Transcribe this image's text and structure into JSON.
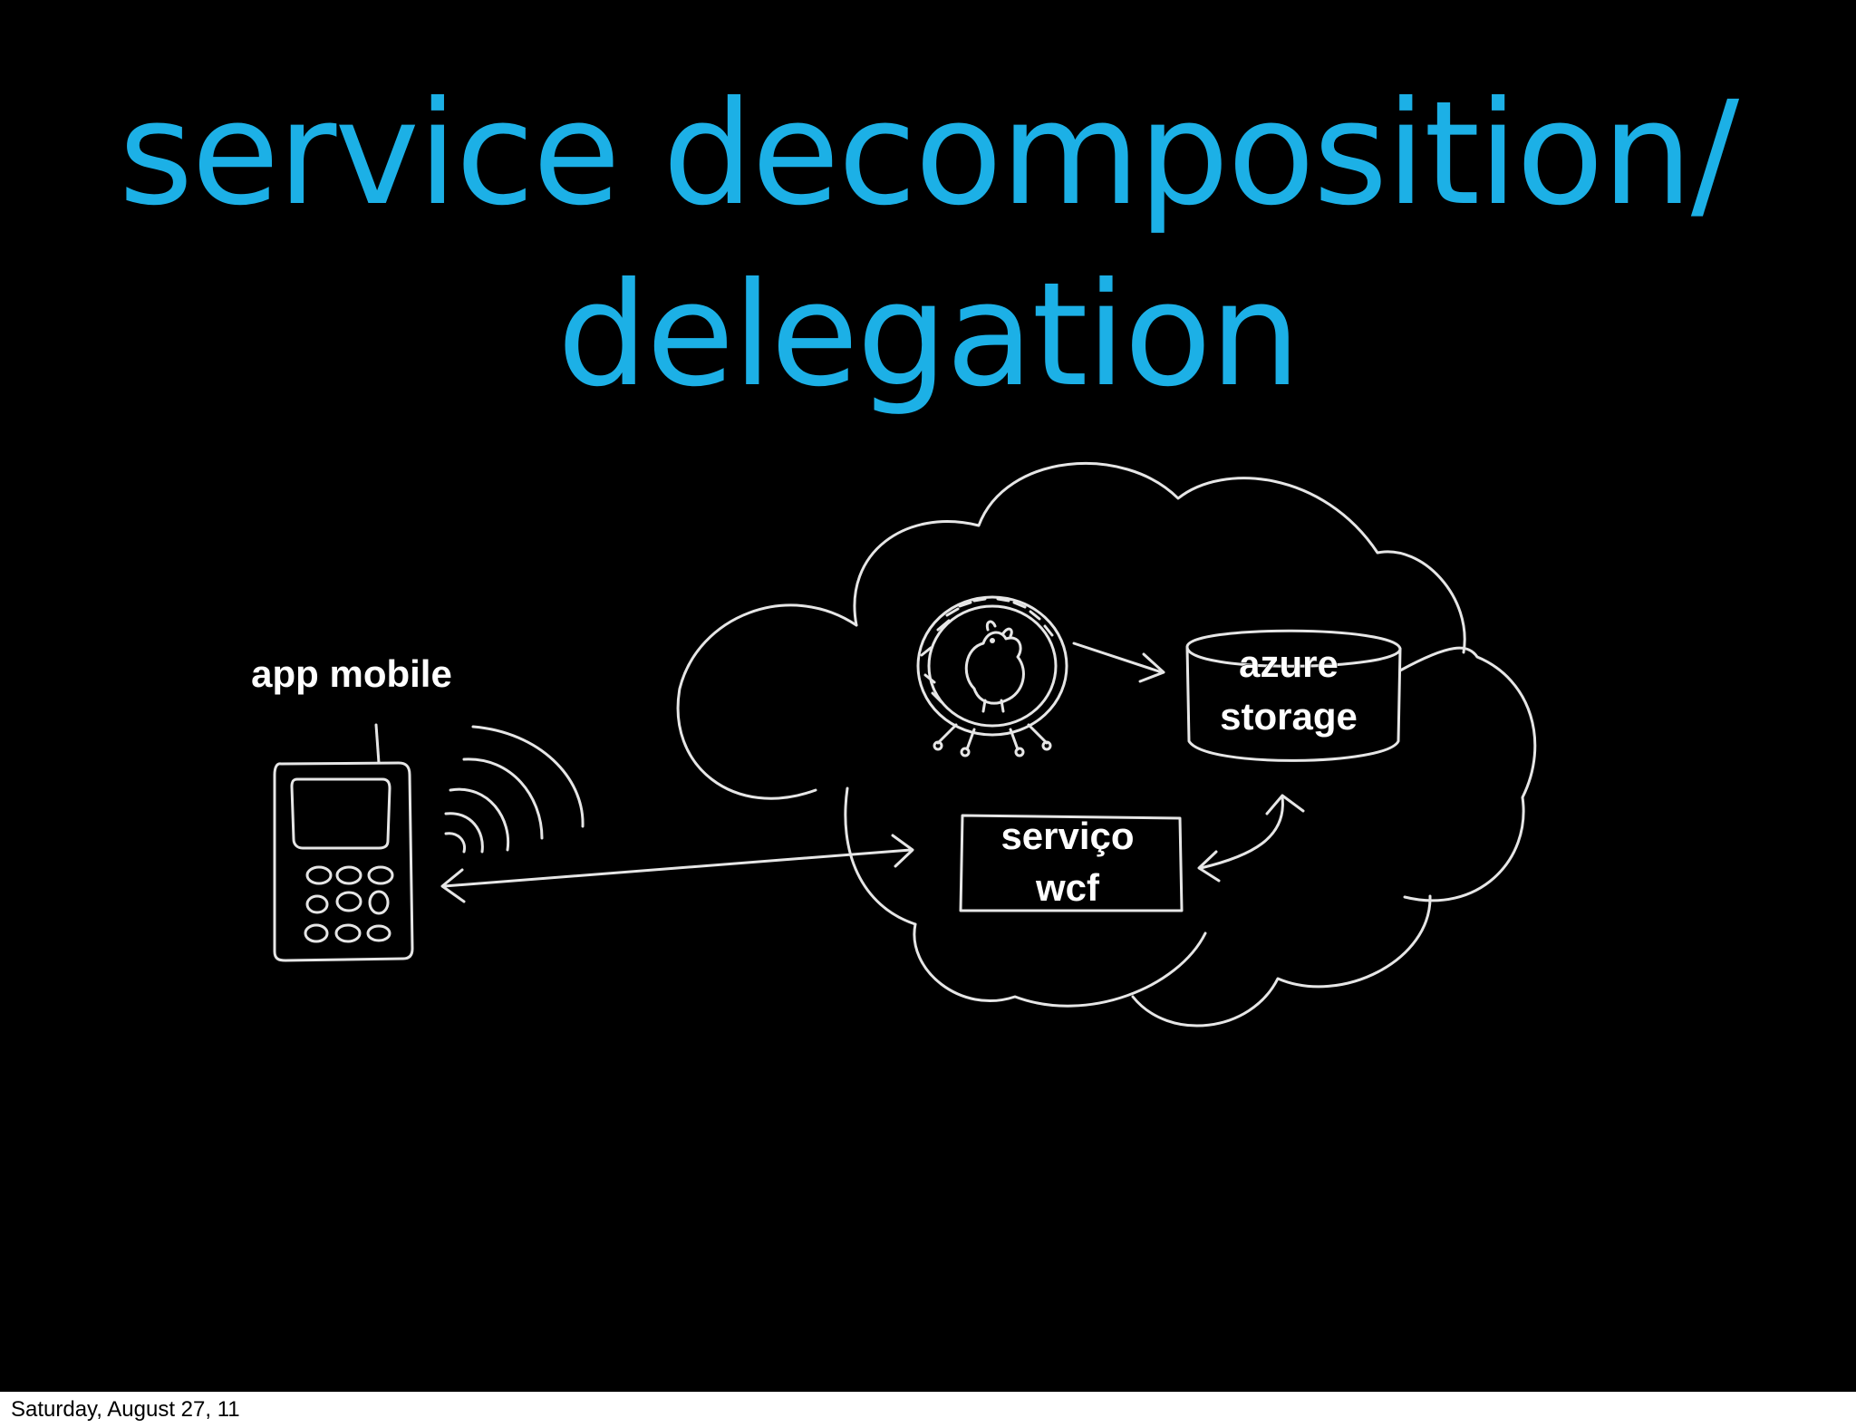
{
  "slide": {
    "title_lines": [
      "service decomposition/",
      "delegation"
    ],
    "title_color": "#1cb0e6",
    "background": "#000000"
  },
  "diagram": {
    "app_label": "app mobile",
    "storage_label_lines": [
      "azure",
      "storage"
    ],
    "service_label_lines": [
      "serviço",
      "wcf"
    ],
    "stroke_color": "#e6e6e6"
  },
  "footer": {
    "date": "Saturday, August 27, 11"
  }
}
